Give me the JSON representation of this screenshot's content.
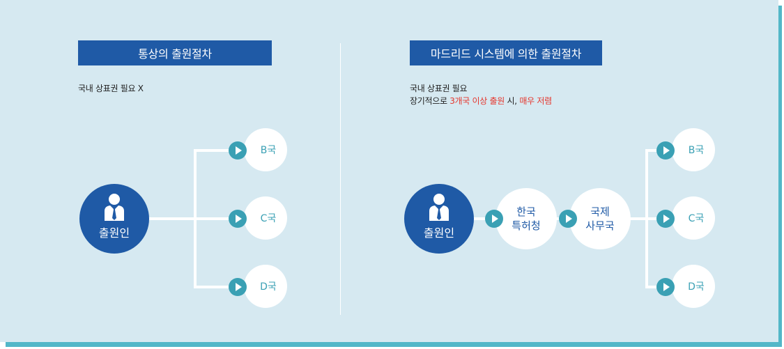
{
  "left": {
    "title": "통상의 출원절차",
    "note": "국내 상표권 필요 X",
    "applicant": "출원인",
    "targets": [
      "B국",
      "C국",
      "D국"
    ]
  },
  "right": {
    "title": "마드리드 시스템에 의한 출원절차",
    "note_line1": "국내 상표권 필요",
    "note_line2_prefix": "장기적으로 ",
    "note_line2_red1": "3개국 이상 출원",
    "note_line2_mid": " 시, ",
    "note_line2_red2": "매우 저렴",
    "applicant": "출원인",
    "kipo": [
      "한국",
      "특허청"
    ],
    "ib": [
      "국제",
      "사무국"
    ],
    "targets": [
      "B국",
      "C국",
      "D국"
    ]
  },
  "colors": {
    "background": "#d6e9f1",
    "border_shadow": "#52b7c8",
    "title_bar": "#1f5aa6",
    "accent": "#3aa0b4",
    "highlight": "#e5372e"
  }
}
